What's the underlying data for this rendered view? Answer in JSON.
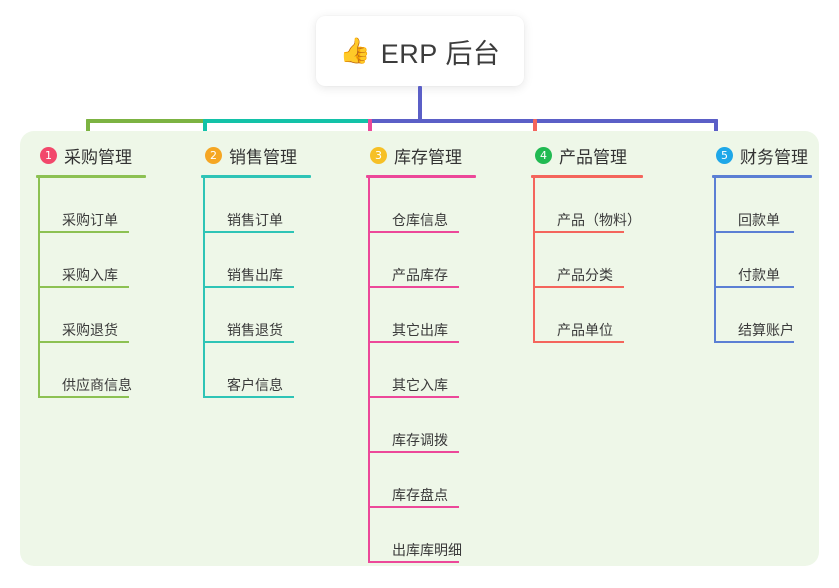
{
  "root": {
    "icon": "thumbs-up-icon",
    "icon_glyph": "👍",
    "title": "ERP 后台"
  },
  "palette": {
    "panel_bg": "#eef7e8",
    "page_bg": "#ffffff",
    "root_stem": "#5b5fc7",
    "bus_left": "#7cb342",
    "bus_mid": "#13c2a8",
    "bus_right": "#5b5fc7"
  },
  "columns": [
    {
      "index": "1",
      "badge_color": "#f2486b",
      "line_color": "#8cc152",
      "title": "采购管理",
      "items": [
        {
          "label": "采购订单"
        },
        {
          "label": "采购入库"
        },
        {
          "label": "采购退货"
        },
        {
          "label": "供应商信息"
        }
      ]
    },
    {
      "index": "2",
      "badge_color": "#f5a623",
      "line_color": "#2ec4b6",
      "title": "销售管理",
      "items": [
        {
          "label": "销售订单"
        },
        {
          "label": "销售出库"
        },
        {
          "label": "销售退货"
        },
        {
          "label": "客户信息"
        }
      ]
    },
    {
      "index": "3",
      "badge_color": "#f6c026",
      "line_color": "#ec4899",
      "title": "库存管理",
      "items": [
        {
          "label": "仓库信息"
        },
        {
          "label": "产品库存"
        },
        {
          "label": "其它出库"
        },
        {
          "label": "其它入库"
        },
        {
          "label": "库存调拨"
        },
        {
          "label": "库存盘点"
        },
        {
          "label": "出库库明细"
        }
      ]
    },
    {
      "index": "4",
      "badge_color": "#21ba52",
      "line_color": "#f4655c",
      "title": "产品管理",
      "items": [
        {
          "label": "产品（物料）"
        },
        {
          "label": "产品分类"
        },
        {
          "label": "产品单位"
        }
      ]
    },
    {
      "index": "5",
      "badge_color": "#1ea7e8",
      "line_color": "#5b7fd4",
      "title": "财务管理",
      "items": [
        {
          "label": "回款单"
        },
        {
          "label": "付款单"
        },
        {
          "label": "结算账户"
        }
      ]
    }
  ]
}
